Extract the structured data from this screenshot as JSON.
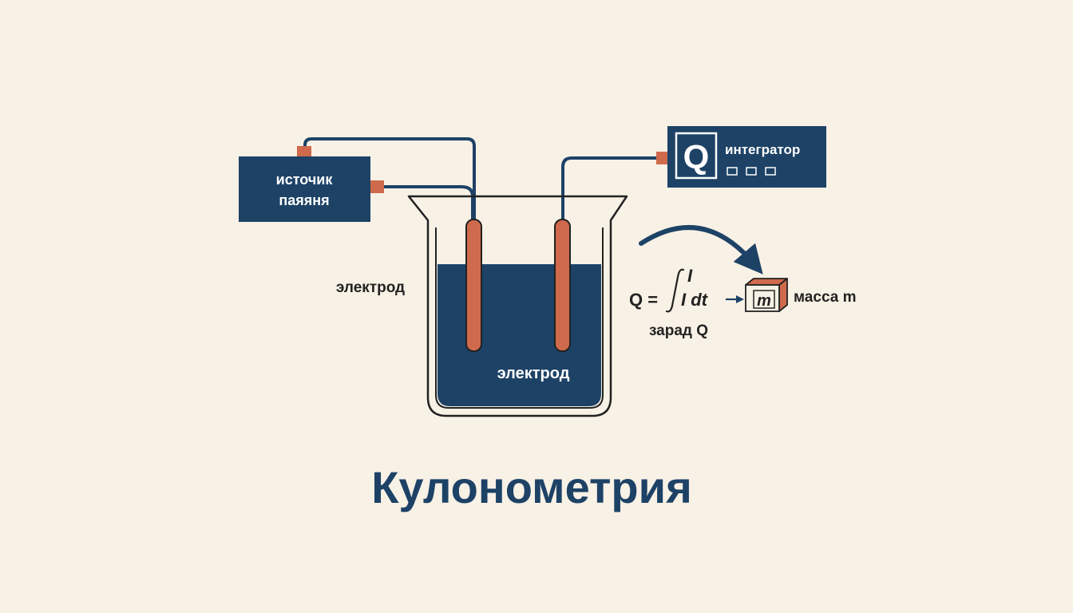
{
  "colors": {
    "background": "#f8f1e5",
    "navy": "#1d4266",
    "copper": "#cf6a4c",
    "outline": "#222222",
    "white": "#ffffff"
  },
  "power_source": {
    "label_line1": "источик",
    "label_line2": "паяяня"
  },
  "integrator": {
    "icon_letter": "Q",
    "label": "интегратор"
  },
  "electrode_left_label": "электрод",
  "electrode_inner_label": "электрод",
  "formula": {
    "lhs": "Q =",
    "upper": "I",
    "integrand": "I dt",
    "charge_label": "зарад Q"
  },
  "mass": {
    "box_letter": "m",
    "label": "масса m"
  },
  "title": "Кулонометрия"
}
